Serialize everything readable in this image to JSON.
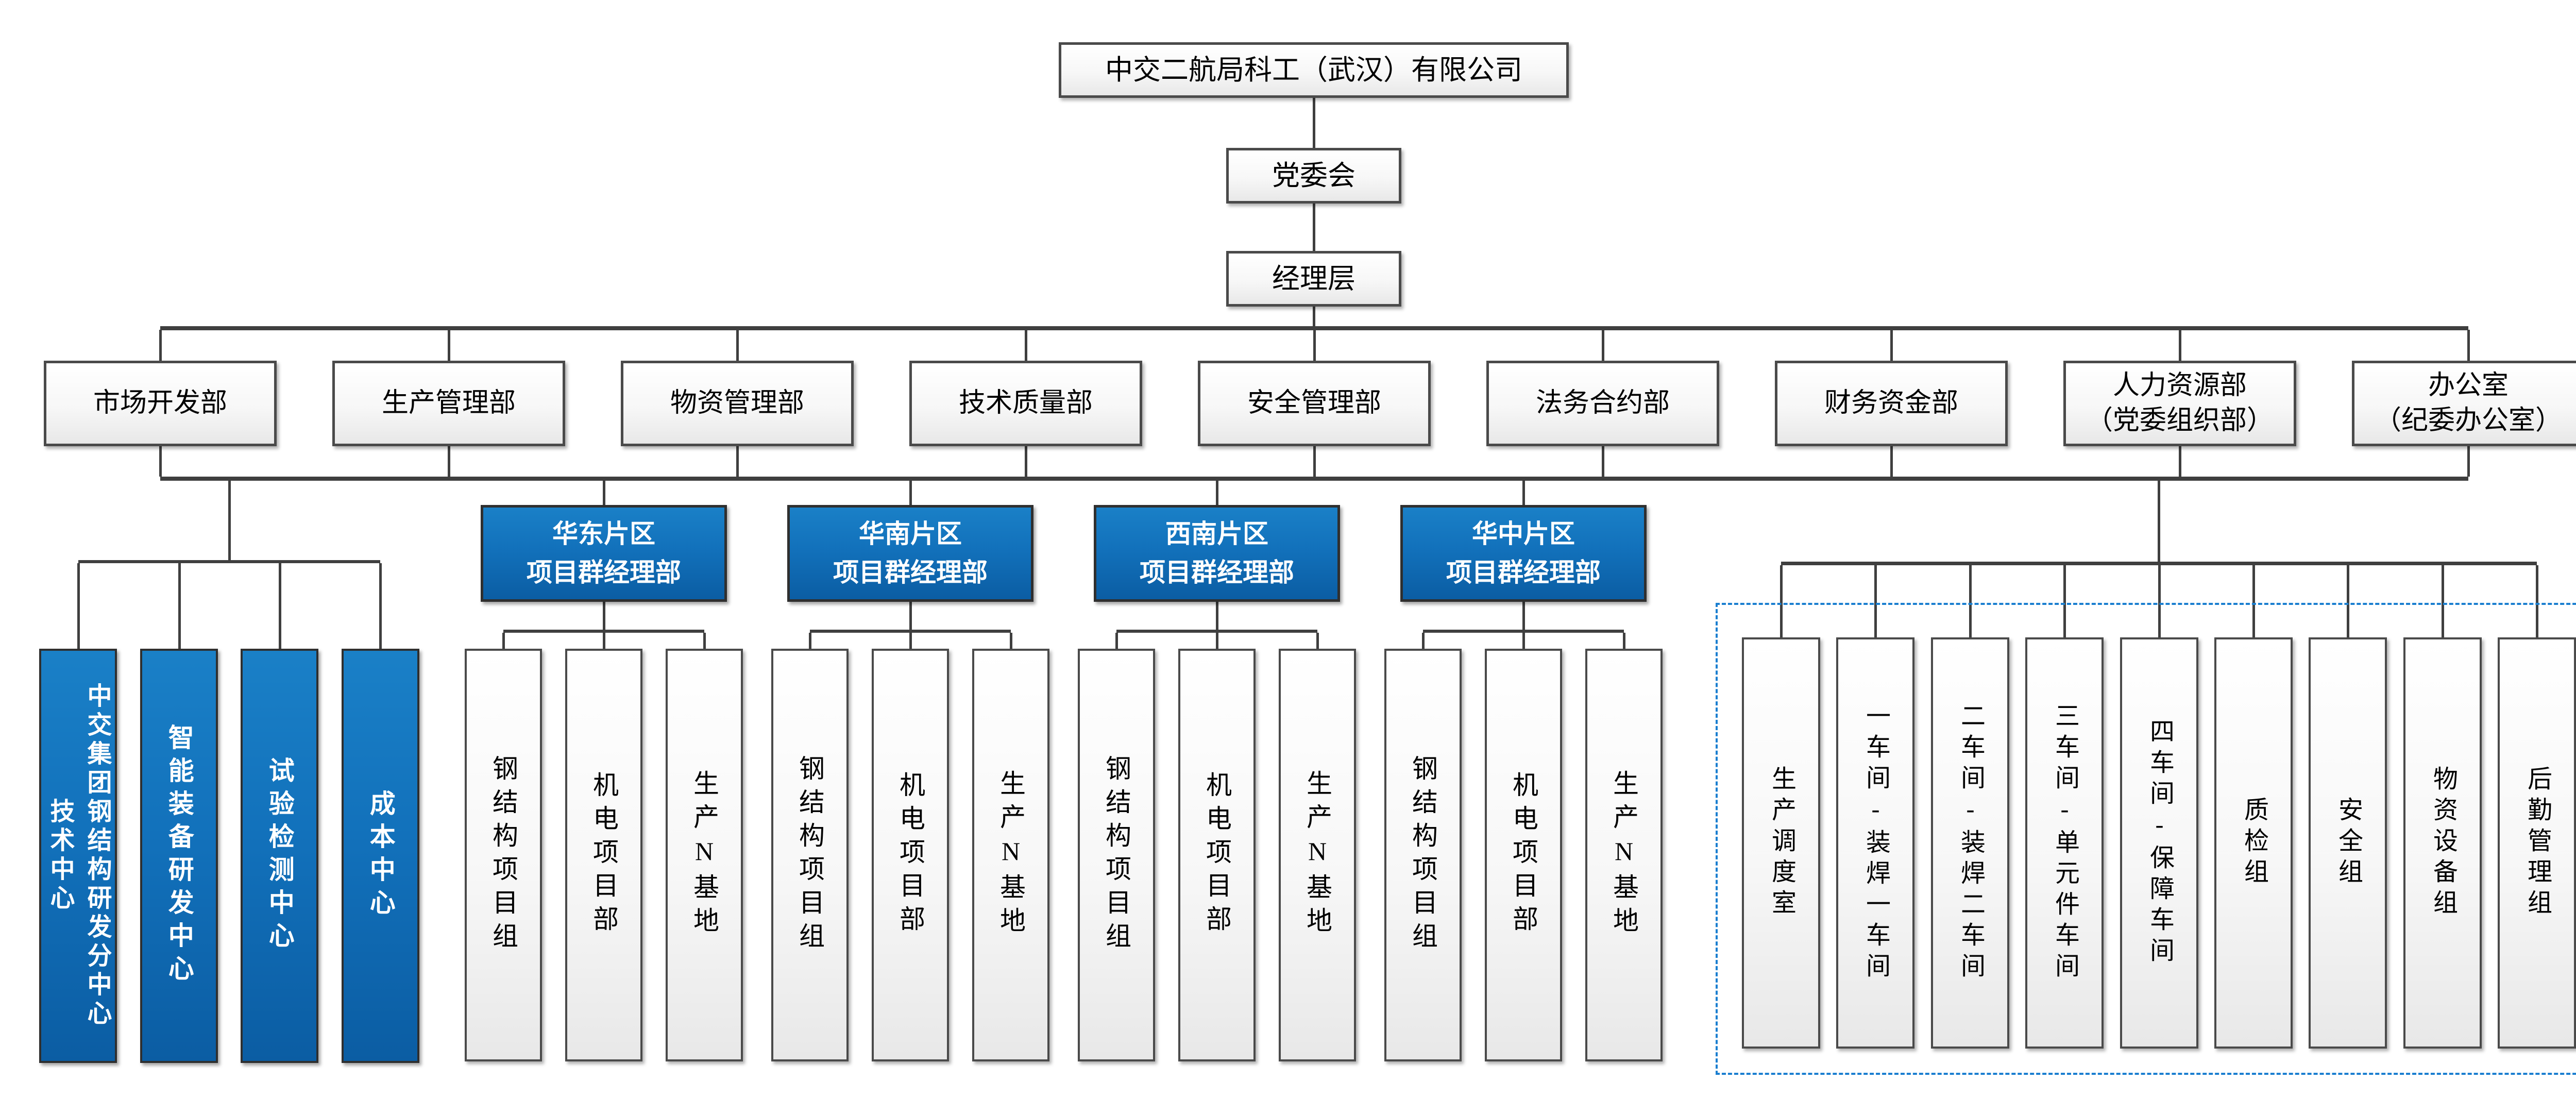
{
  "org": {
    "company": "中交二航局科工（武汉）有限公司",
    "party_committee": "党委会",
    "management": "经理层",
    "departments": [
      {
        "label": "市场开发部"
      },
      {
        "label": "生产管理部"
      },
      {
        "label": "物资管理部"
      },
      {
        "label": "技术质量部"
      },
      {
        "label": "安全管理部"
      },
      {
        "label": "法务合约部"
      },
      {
        "label": "财务资金部"
      },
      {
        "label": "人力资源部\n（党委组织部）"
      },
      {
        "label": "办公室\n（纪委办公室）"
      }
    ],
    "left_centers": [
      {
        "label": "中交集团钢结构研发分中心\n技术中心"
      },
      {
        "label": "智能装备研发中心"
      },
      {
        "label": "试验检测中心"
      },
      {
        "label": "成本中心"
      }
    ],
    "regions": [
      {
        "label": "华东片区\n项目群经理部",
        "children": [
          {
            "label": "钢结构项目组"
          },
          {
            "label": "机电项目部"
          },
          {
            "label": "生产N基地"
          }
        ]
      },
      {
        "label": "华南片区\n项目群经理部",
        "children": [
          {
            "label": "钢结构项目组"
          },
          {
            "label": "机电项目部"
          },
          {
            "label": "生产N基地"
          }
        ]
      },
      {
        "label": "西南片区\n项目群经理部",
        "children": [
          {
            "label": "钢结构项目组"
          },
          {
            "label": "机电项目部"
          },
          {
            "label": "生产N基地"
          }
        ]
      },
      {
        "label": "华中片区\n项目群经理部",
        "children": [
          {
            "label": "钢结构项目组"
          },
          {
            "label": "机电项目部"
          },
          {
            "label": "生产N基地"
          }
        ]
      }
    ],
    "production_units": [
      {
        "label": "生产调度室"
      },
      {
        "label": "一车间-装焊一车间"
      },
      {
        "label": "二车间-装焊二车间"
      },
      {
        "label": "三车间-单元件车间"
      },
      {
        "label": "四车间-保障车间"
      },
      {
        "label": "质检组"
      },
      {
        "label": "安全组"
      },
      {
        "label": "物资设备组"
      },
      {
        "label": "后勤管理组"
      }
    ]
  },
  "colors": {
    "blue_box_top": "#1a80c7",
    "blue_box_bottom": "#0b5da3",
    "light_box_top": "#ffffff",
    "light_box_bottom": "#e8e8e8",
    "box_border": "#4a4a4a",
    "blue_box_border": "#2f2f2f",
    "connector_line": "#3f3f3f",
    "dashed_outline": "#1b7fd0",
    "text_dark": "#000000",
    "text_light": "#ffffff"
  }
}
